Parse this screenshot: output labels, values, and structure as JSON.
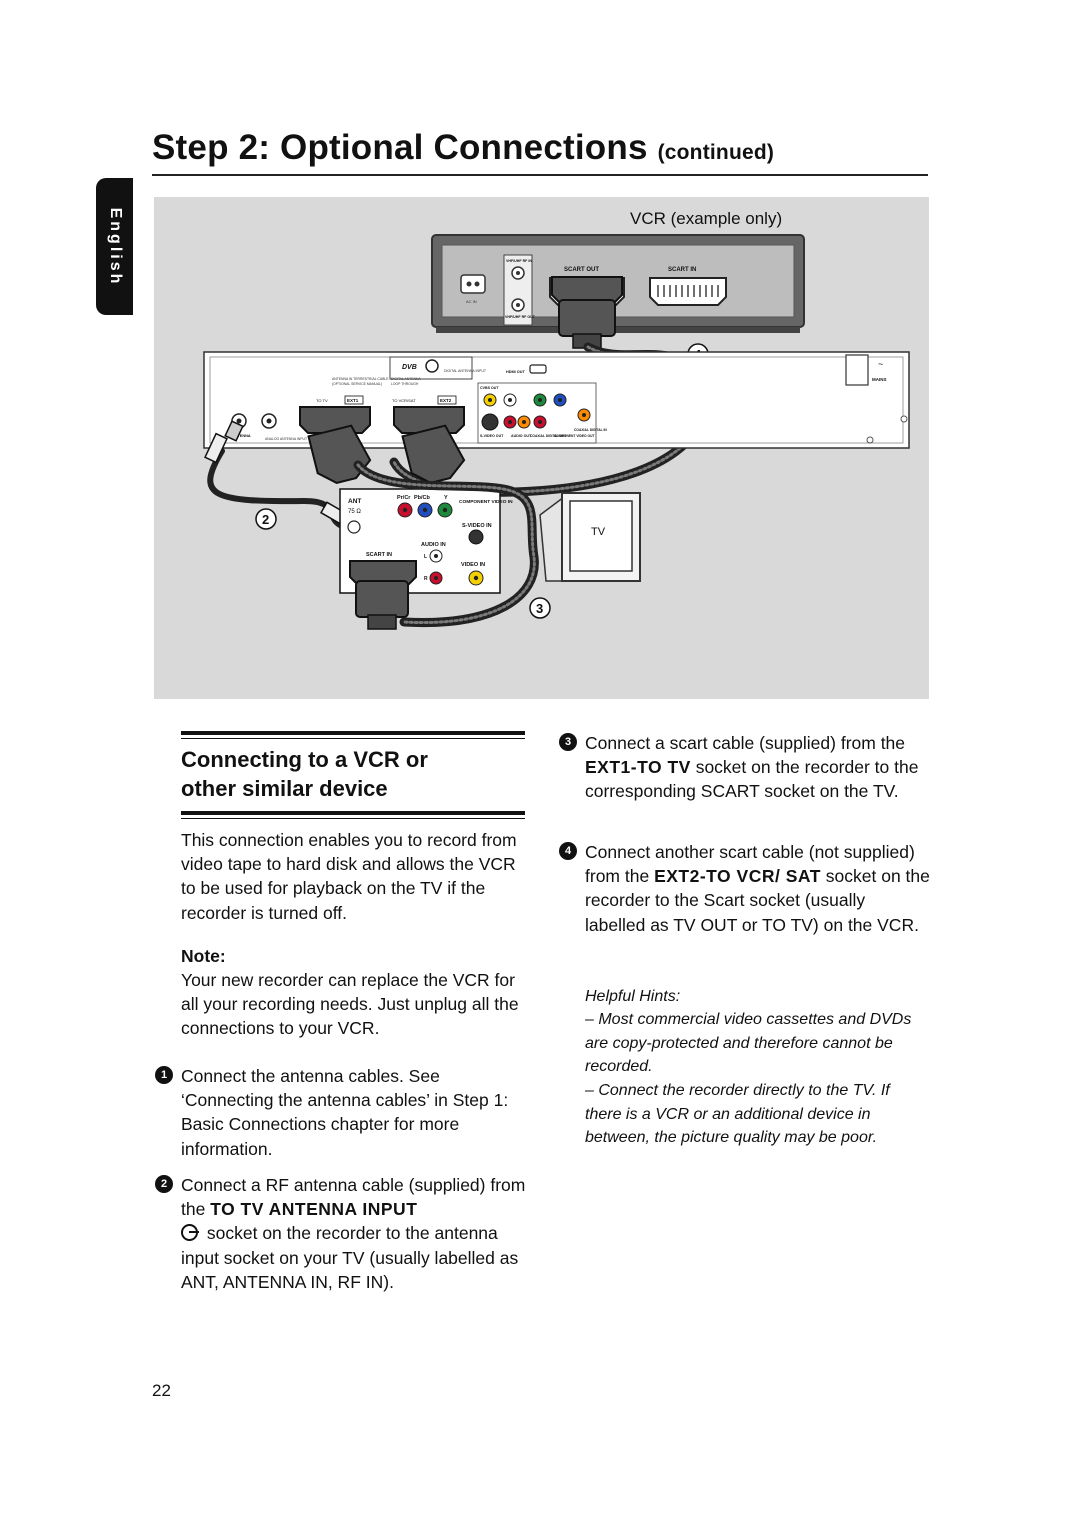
{
  "page": {
    "title": "Step 2: Optional Connections",
    "title_suffix": "(continued)",
    "language_tab": "English",
    "page_number": "22"
  },
  "figure": {
    "vcr_label": "VCR (example only)",
    "tv_label": "TV",
    "callouts": [
      "2",
      "3",
      "4"
    ],
    "vcr_panel": {
      "vhf_uhf_rf_in": "VHF/UHF RF IN",
      "vhf_uhf_rf_out": "VHF/UHF RF OUT",
      "ac_in": "AC IN",
      "scart_out": "SCART OUT",
      "scart_in": "SCART IN"
    },
    "recorder_panel": {
      "antenna_in_label": "ANTENNA IN TERRESTRIAL CABLE",
      "antenna_in_sub": "(OPTIONAL SERVICE MANUAL)",
      "digital_antenna": "DIGITAL ANTENNA",
      "digital_antenna_sub": "LOOP THROUGH",
      "digital_antenna_input": "DIGITAL ANTENNA INPUT",
      "to_tv": "TO TV",
      "ext1": "EXT1",
      "to_vcr_sat": "TO VCR/SAT",
      "ext2": "EXT2",
      "hdmi_out": "HDMI OUT",
      "cvbs_out": "CVBS OUT",
      "s_video_out": "S-VIDEO OUT",
      "audio_out": "AUDIO OUT",
      "coaxial_digital_out": "COAXIAL DIGITAL OUT",
      "component_video_out": "COMPONENT VIDEO OUT",
      "coaxial_digital_in": "COAXIAL DIGITAL IN",
      "antenna": "ANTENNA",
      "analog_antenna_input": "ANALOG ANTENNA INPUT",
      "mains": "MAINS"
    },
    "tv_panel": {
      "ant": "ANT",
      "ant_ohm": "75 Ω",
      "pr_cr": "Pr/Cr",
      "pb_cb": "Pb/Cb",
      "y": "Y",
      "component_video_in": "COMPONENT VIDEO IN",
      "s_video_in": "S-VIDEO IN",
      "audio_in": "AUDIO IN",
      "scart_in": "SCART IN",
      "l": "L",
      "r": "R",
      "video_in": "VIDEO IN"
    }
  },
  "section": {
    "heading_line1": "Connecting to a VCR or",
    "heading_line2": "other similar device",
    "intro": "This connection enables you to record from video tape to hard disk and allows the VCR to be used for playback on the TV if the recorder is turned off.",
    "note_label": "Note:",
    "note_text": "Your new recorder can replace the VCR for all your recording needs. Just unplug all the connections to your VCR.",
    "steps": [
      {
        "num": "1",
        "text": "Connect the antenna cables.  See ‘Connecting the antenna cables’ in Step 1: Basic Connections chapter for more information."
      },
      {
        "num": "2",
        "text_before": "Connect a RF antenna cable (supplied) from the",
        "term": "TO TV ANTENNA INPUT",
        "text_after": "socket on the recorder to the antenna input socket on your TV (usually labelled as ANT, ANTENNA IN, RF IN)."
      },
      {
        "num": "3",
        "text_before": "Connect a scart cable (supplied) from the",
        "term": "EXT1-TO TV",
        "text_after": "socket on the recorder to the corresponding SCART socket on the TV."
      },
      {
        "num": "4",
        "text_before": "Connect another scart cable (not supplied) from the",
        "term": "EXT2-TO VCR/ SAT",
        "text_after": "socket on the recorder to the Scart socket (usually labelled as TV OUT or TO TV) on the VCR."
      }
    ],
    "hints_title": "Helpful Hints:",
    "hints": [
      "–  Most commercial video cassettes and DVDs are copy-protected and therefore cannot be recorded.",
      "– Connect the recorder directly to the TV. If there is a VCR or an additional device in between, the picture quality may be poor."
    ]
  }
}
